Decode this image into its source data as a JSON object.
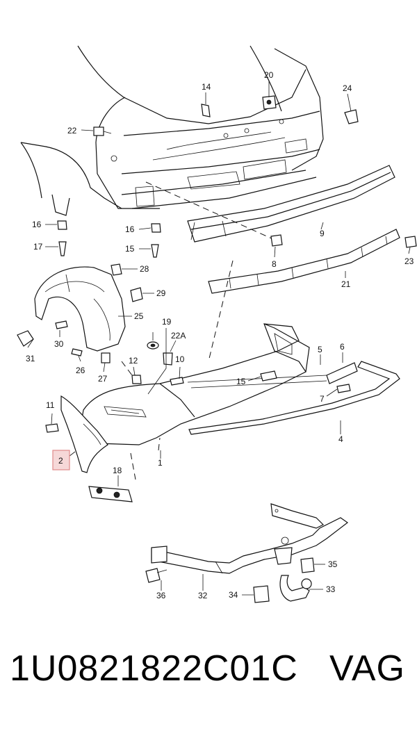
{
  "callouts": {
    "c1": "1",
    "c2": "2",
    "c4": "4",
    "c5": "5",
    "c6": "6",
    "c7": "7",
    "c8": "8",
    "c9": "9",
    "c10": "10",
    "c11": "11",
    "c12": "12",
    "c14": "14",
    "c15a": "15",
    "c15b": "15",
    "c16a": "16",
    "c16b": "16",
    "c17": "17",
    "c18": "18",
    "c19": "19",
    "c20": "20",
    "c21": "21",
    "c22": "22",
    "c22a": "22A",
    "c23": "23",
    "c24": "24",
    "c25": "25",
    "c26": "26",
    "c27": "27",
    "c28": "28",
    "c29": "29",
    "c30": "30",
    "c31": "31",
    "c32": "32",
    "c33": "33",
    "c34": "34",
    "c35": "35",
    "c36": "36"
  },
  "highlighted_callout": "2",
  "footer": {
    "part_number": "1U0821822C01C",
    "brand": "VAG"
  }
}
